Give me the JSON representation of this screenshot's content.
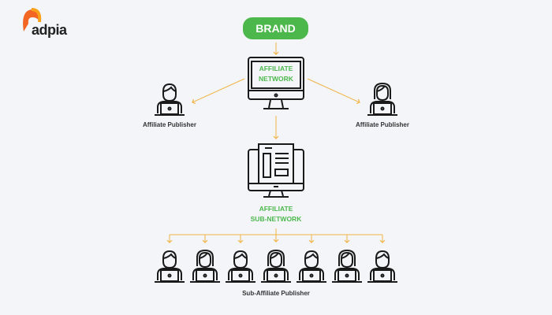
{
  "logo": {
    "text": "adpia"
  },
  "brand": {
    "label": "BRAND"
  },
  "network": {
    "line1": "AFFILIATE",
    "line2": "NETWORK"
  },
  "publishers": {
    "left": "Affiliate Publisher",
    "right": "Affiliate Publisher"
  },
  "sub_network": {
    "line1": "AFFILIATE",
    "line2": "SUB-NETWORK"
  },
  "sub_publishers": {
    "label": "Sub-Affiliate Publisher"
  },
  "colors": {
    "green": "#4cb84c",
    "arrow": "#f0b445",
    "icon": "#1a1a1a"
  }
}
